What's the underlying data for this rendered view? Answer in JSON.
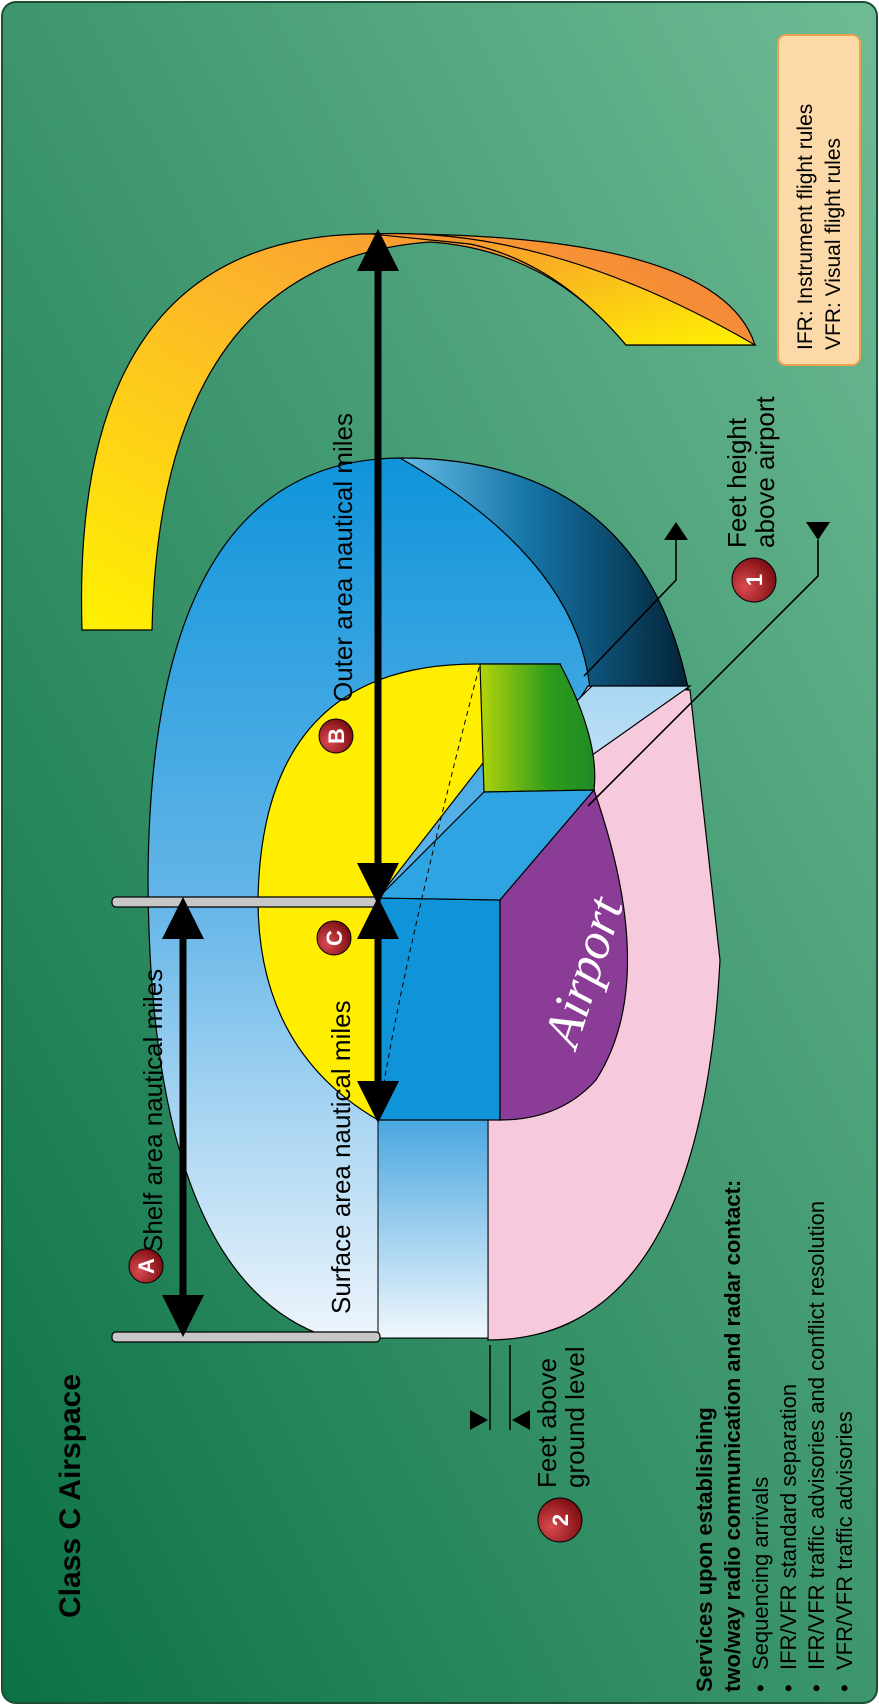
{
  "title": "Class C Airspace",
  "labels": {
    "shelf": "Shelf area nautical miles",
    "surface": "Surface area nautical miles",
    "outer": "Outer area nautical miles",
    "airport": "Airport",
    "feet_height_1": "Feet height",
    "feet_height_2": "above airport",
    "feet_ground_1": "Feet above",
    "feet_ground_2": "ground level"
  },
  "badges": {
    "a": "A",
    "b": "B",
    "c": "C",
    "one": "1",
    "two": "2"
  },
  "legend": {
    "ifr": "IFR: Instrument flight rules",
    "vfr": "VFR: Visual flight rules"
  },
  "services": {
    "heading_1": "Services upon establishing",
    "heading_2": "two/way radio communication and radar contact:",
    "items": [
      "Sequencing arrivals",
      "IFR/VFR standard separation",
      "IFR/VFR traffic advisories and conflict resolution",
      "VFR/VFR traffic advisories"
    ],
    "bullet": "•"
  },
  "colors": {
    "background_dark": "#0b7145",
    "background_light": "#6fbb96",
    "outer_blue": "#1a93d6",
    "surface_yellow": "#ffee00",
    "airport_purple": "#8b3c96",
    "ground_pink": "#f6c9dd",
    "badge_red": "#a3151b",
    "legend_fill": "#fcd9a8"
  }
}
